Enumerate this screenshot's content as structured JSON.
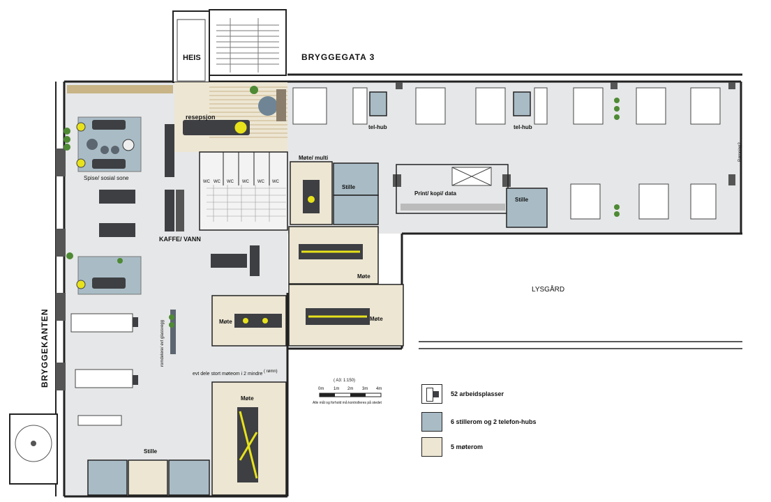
{
  "labels": {
    "street_top": "BRYGGEGATA 3",
    "elevator": "HEIS",
    "street_left": "BRYGGEKANTEN",
    "courtyard": "LYSGÅRD",
    "reception": "resepsjon",
    "social": "Spise/ sosial sone",
    "coffee": "KAFFE/ VANN",
    "meeting_multi": "Møte/ multi",
    "quiet": "Stille",
    "print": "Print/ kopi/ data",
    "tel_hub": "tel-hub",
    "meeting": "Møte",
    "escape_right": "Rømning?",
    "escape_small": "( rømn)",
    "split_note": "evt dele stort møteom i 2 mindre",
    "glass_wall": "romdelere/ evt glassvegg",
    "wc": "WC"
  },
  "scale": {
    "title": "( A3: 1:150)",
    "ticks": [
      "0m",
      "1m",
      "2m",
      "3m",
      "4m"
    ],
    "note": "Alle mål og forhold må kontrolleres på stedet"
  },
  "legend": [
    {
      "label": "52 arbeidsplasser",
      "kind": "desk",
      "color": "#ffffff"
    },
    {
      "label": "6 stillerom og 2 telefon-hubs",
      "kind": "fill",
      "color": "#a9bcc6"
    },
    {
      "label": "5 møterom",
      "kind": "fill",
      "color": "#ede6d3"
    }
  ],
  "colors": {
    "floor": "#e6e7e8",
    "quiet_room": "#a9bcc6",
    "meeting_room": "#ede6d3",
    "wall": "#222222",
    "table": "#3d3f43",
    "chair": "#5c6670",
    "accent": "#e7e21b",
    "plant": "#4e8a34"
  }
}
